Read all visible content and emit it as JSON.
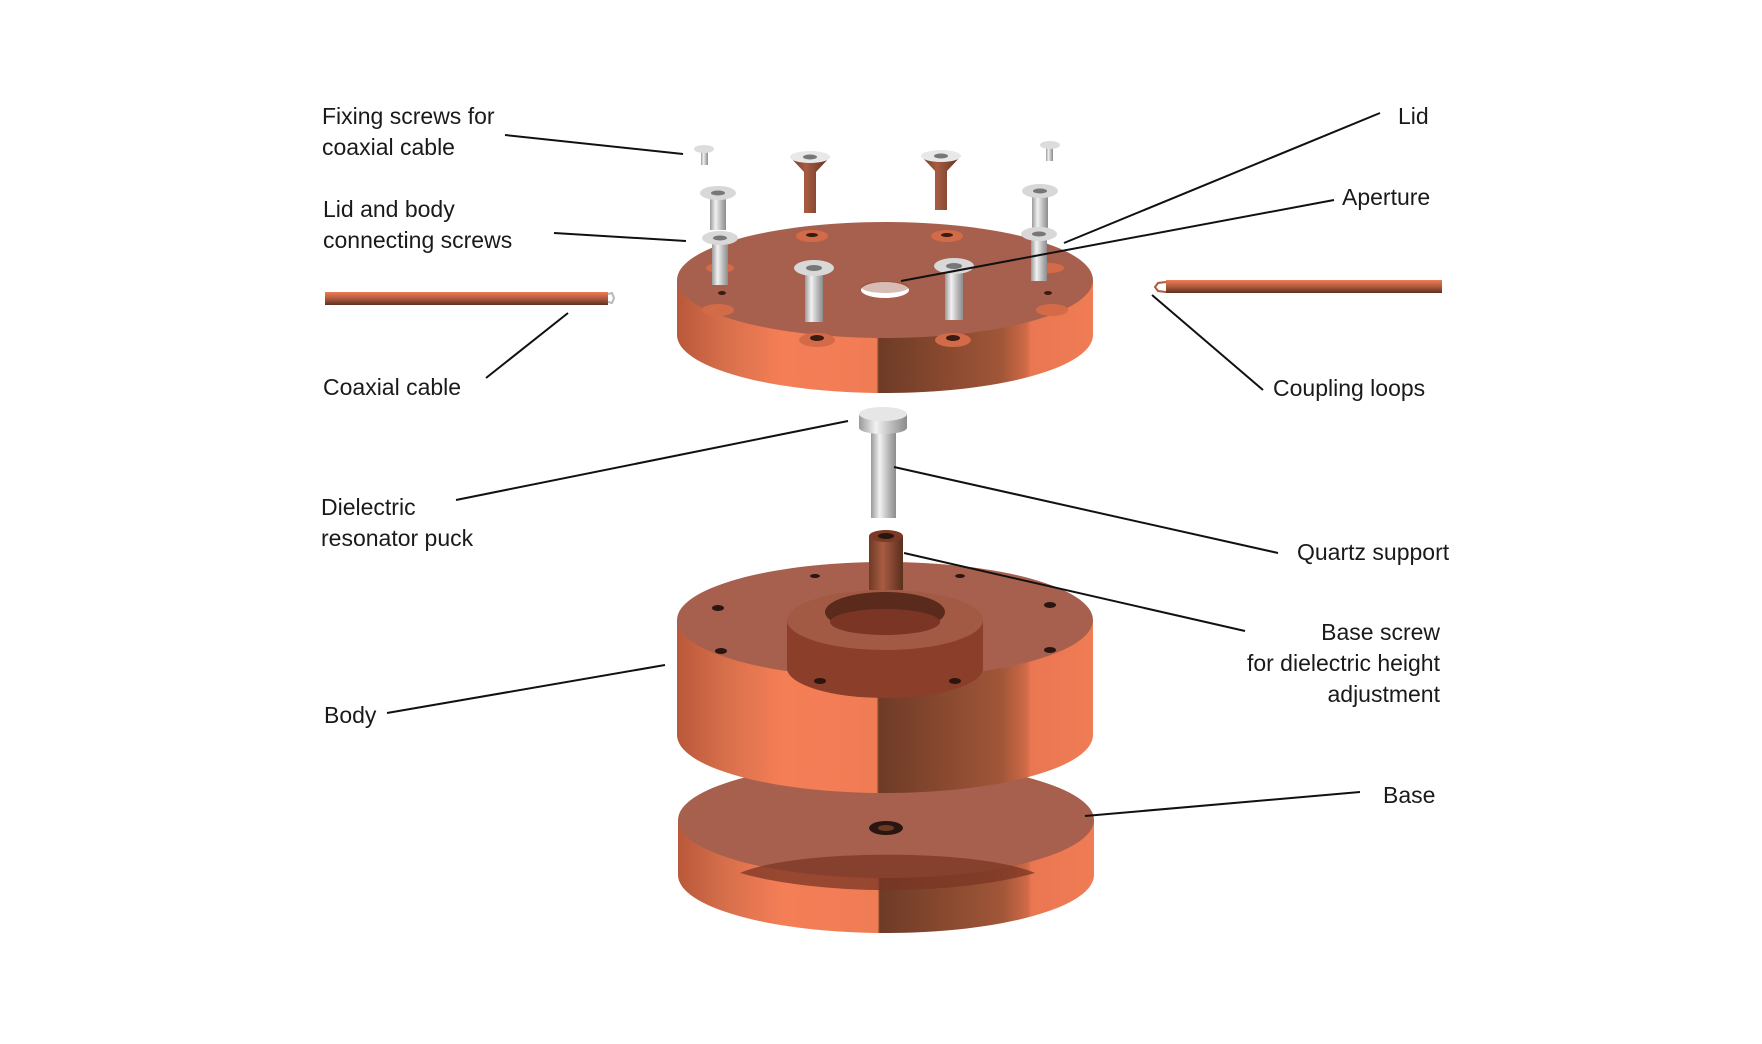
{
  "labels": {
    "fixing_screws": "Fixing screws for\ncoaxial cable",
    "lid_body_screws": "Lid and body\nconnecting screws",
    "coaxial_cable": "Coaxial cable",
    "dielectric_puck": "Dielectric\nresonator puck",
    "body": "Body",
    "lid": "Lid",
    "aperture": "Aperture",
    "coupling_loops": "Coupling loops",
    "quartz_support": "Quartz support",
    "base_screw": "Base screw\nfor dielectric height\nadjustment",
    "base": "Base"
  },
  "colors": {
    "copper_top": "#a8604e",
    "copper_light": "#f07c55",
    "copper_mid": "#c96a48",
    "copper_dark": "#6e3a26",
    "steel": "#c8c8c8",
    "leader_line": "#111111"
  }
}
